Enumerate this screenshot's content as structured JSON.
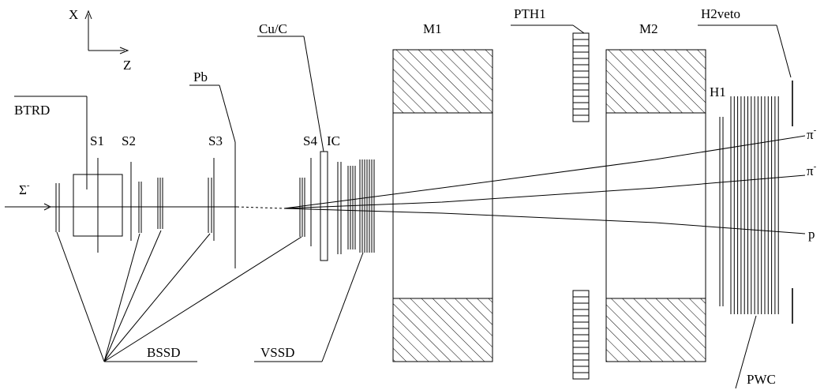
{
  "axes": {
    "x_label": "X",
    "z_label": "Z"
  },
  "beam": {
    "symbol": "Σ",
    "sup": "-"
  },
  "labels": {
    "btrd": "BTRD",
    "s1": "S1",
    "s2": "S2",
    "s3": "S3",
    "s4": "S4",
    "pb": "Pb",
    "cuc": "Cu/C",
    "ic": "IC",
    "m1": "M1",
    "m2": "M2",
    "pth1": "PTH1",
    "h2veto": "H2veto",
    "h1": "H1",
    "bssd": "BSSD",
    "vssd": "VSSD",
    "pwc": "PWC"
  },
  "tracks": {
    "pi1": {
      "symbol": "π",
      "sup": "-"
    },
    "pi2": {
      "symbol": "π",
      "sup": "-"
    },
    "p": {
      "symbol": "p"
    }
  }
}
